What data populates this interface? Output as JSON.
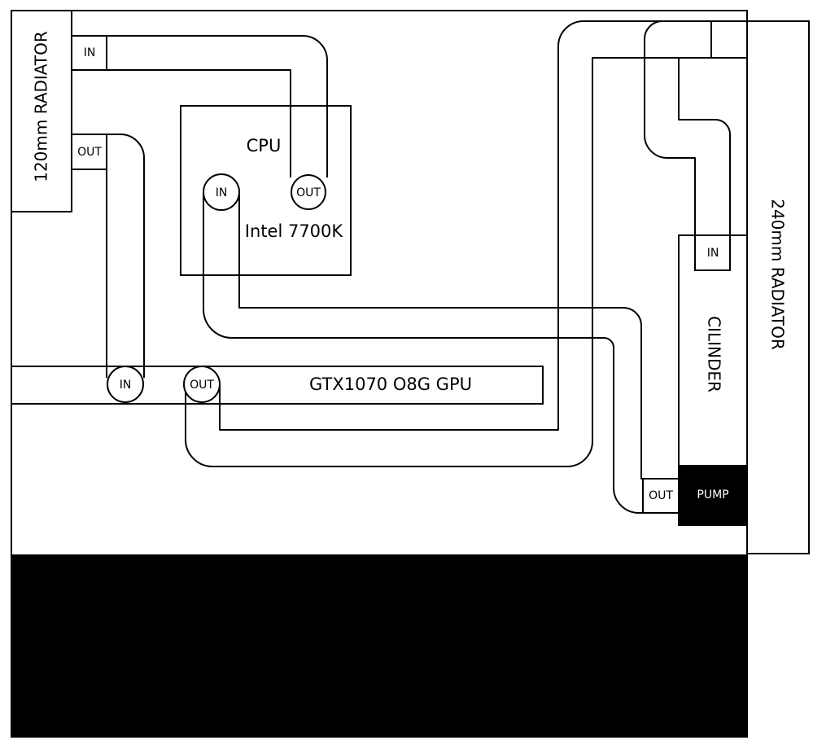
{
  "radiator_120": {
    "label": "120mm RADIATOR",
    "in_port": "IN",
    "out_port": "OUT"
  },
  "radiator_240": {
    "label": "240mm RADIATOR"
  },
  "cpu": {
    "title": "CPU",
    "model": "Intel 7700K",
    "in_port": "IN",
    "out_port": "OUT"
  },
  "gpu": {
    "label": "GTX1070 O8G GPU",
    "in_port": "IN",
    "out_port": "OUT"
  },
  "cylinder": {
    "label": "CILINDER",
    "in_port": "IN"
  },
  "pump": {
    "label": "PUMP",
    "out_port": "OUT"
  },
  "colors": {
    "line": "#000000",
    "background": "#ffffff",
    "pump_fill": "#000000"
  }
}
